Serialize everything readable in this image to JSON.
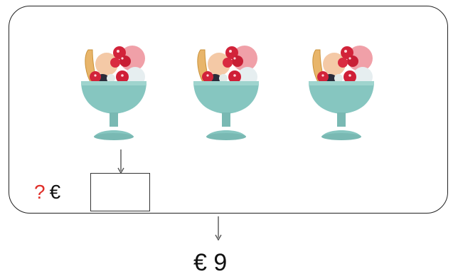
{
  "unknown_price": {
    "question_mark": "?",
    "currency": "€"
  },
  "total": {
    "label": "€ 9"
  },
  "items": [
    {
      "name": "ice-cream-sundae"
    },
    {
      "name": "ice-cream-sundae"
    },
    {
      "name": "ice-cream-sundae"
    }
  ],
  "colors": {
    "question_mark": "#e0302a",
    "cup": "#86c6c0",
    "strawberry": "#d2233a",
    "pink_scoop": "#f0a0a8",
    "peach_scoop": "#f4c9a6",
    "wafer": "#e8b56a"
  }
}
